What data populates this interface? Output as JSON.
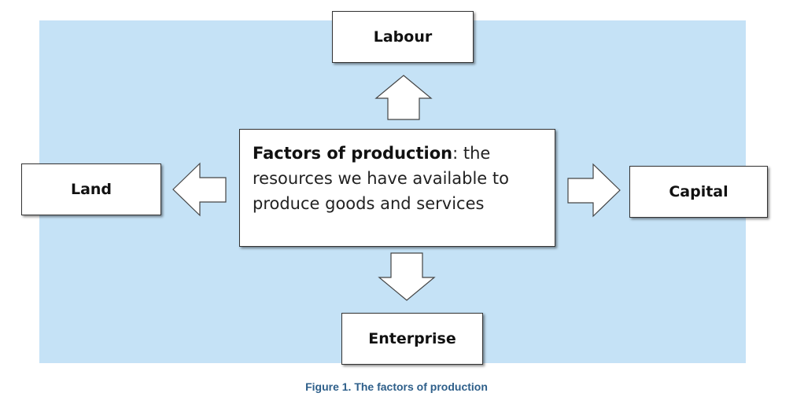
{
  "diagram": {
    "center": {
      "term": "Factors of production",
      "definition": ": the resources we have available to produce goods and services"
    },
    "nodes": {
      "labour": "Labour",
      "land": "Land",
      "capital": "Capital",
      "enterprise": "Enterprise"
    },
    "caption": "Figure 1. The factors of production"
  },
  "colors": {
    "panel_background": "#c5e2f6",
    "box_background": "#ffffff",
    "caption_text": "#2e5f8a"
  }
}
